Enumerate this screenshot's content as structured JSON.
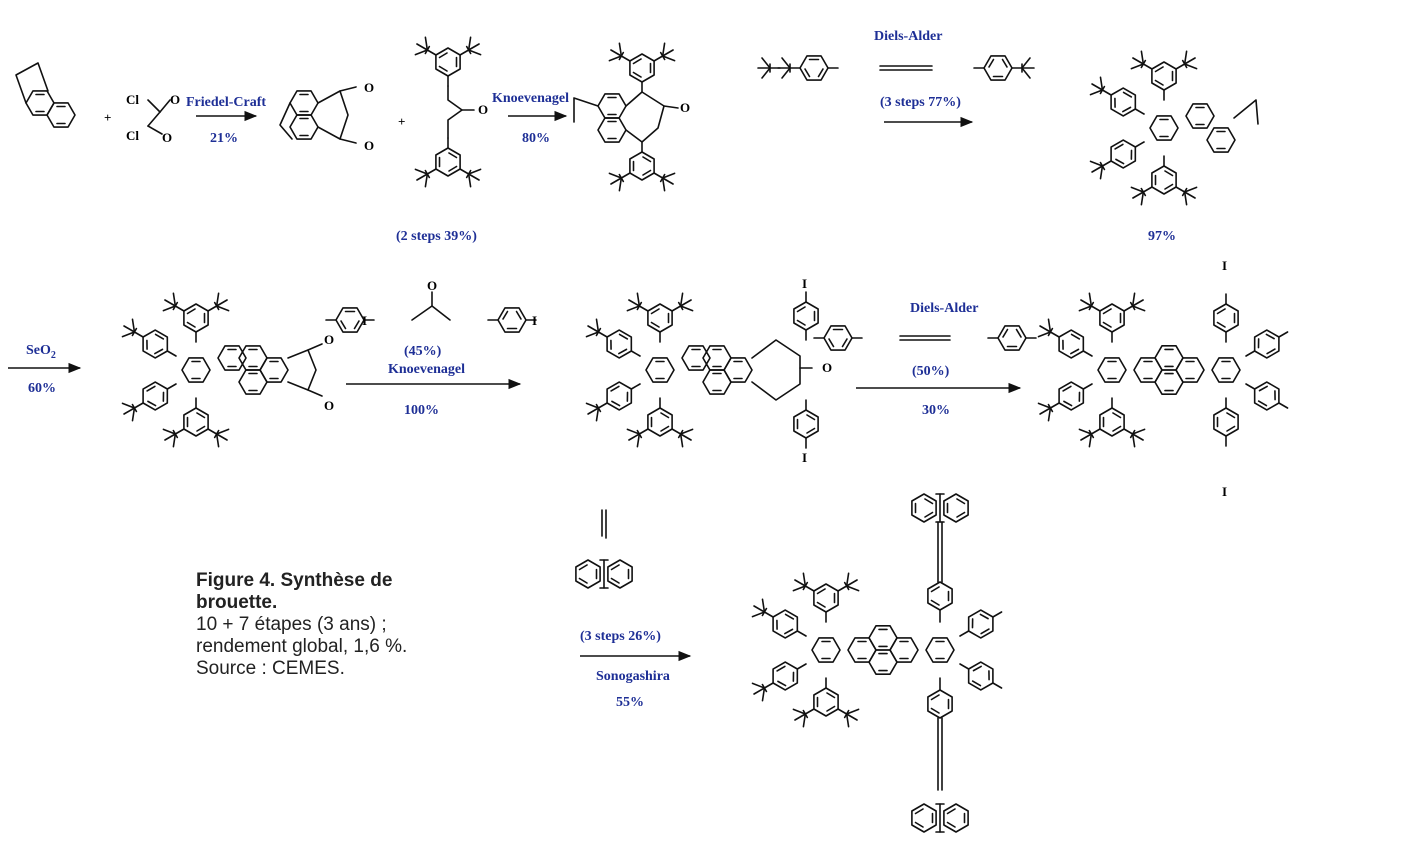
{
  "reagents": {
    "oxalyl_cl1": "Cl",
    "oxalyl_cl2": "Cl",
    "oxalyl_o1": "O",
    "oxalyl_o2": "O",
    "dione_o1": "O",
    "dione_o2": "O",
    "ketone_o": "O",
    "cpd_o": "O",
    "row2_dione_o1": "O",
    "row2_dione_o2": "O",
    "diiodo_o": "O",
    "diiodo_i1": "I",
    "diiodo_i2": "I",
    "row2_cpd_o": "O",
    "row2_cpd_i_top": "I",
    "row2_cpd_i_bottom": "I",
    "product_i_top": "I",
    "product_i_bottom": "I",
    "plus1": "+",
    "plus2": "+"
  },
  "steps": {
    "friedel_craft": {
      "name": "Friedel-Craft",
      "yield": "21%"
    },
    "two_steps": "(2 steps 39%)",
    "knoevenagel1": {
      "name": "Knoevenagel",
      "yield": "80%"
    },
    "diels_alder1": {
      "name": "Diels-Alder",
      "yield": "(3 steps 77%)"
    },
    "yield_97": "97%",
    "seo2": {
      "name": "SeO",
      "sub": "2",
      "yield": "60%"
    },
    "knoevenagel2": {
      "name": "Knoevenagel",
      "pre_yield": "(45%)",
      "yield": "100%"
    },
    "diels_alder2": {
      "name": "Diels-Alder",
      "pre_yield": "(50%)",
      "yield": "30%"
    },
    "sonogashira": {
      "name": "Sonogashira",
      "pre_yield": "(3 steps 26%)",
      "yield": "55%"
    }
  },
  "caption": {
    "title_line1": "Figure 4. Synthèse de",
    "title_line2": "brouette.",
    "line1": "10 + 7 étapes (3 ans) ;",
    "line2": "rendement global, 1,6 %.",
    "line3": "Source : CEMES."
  }
}
